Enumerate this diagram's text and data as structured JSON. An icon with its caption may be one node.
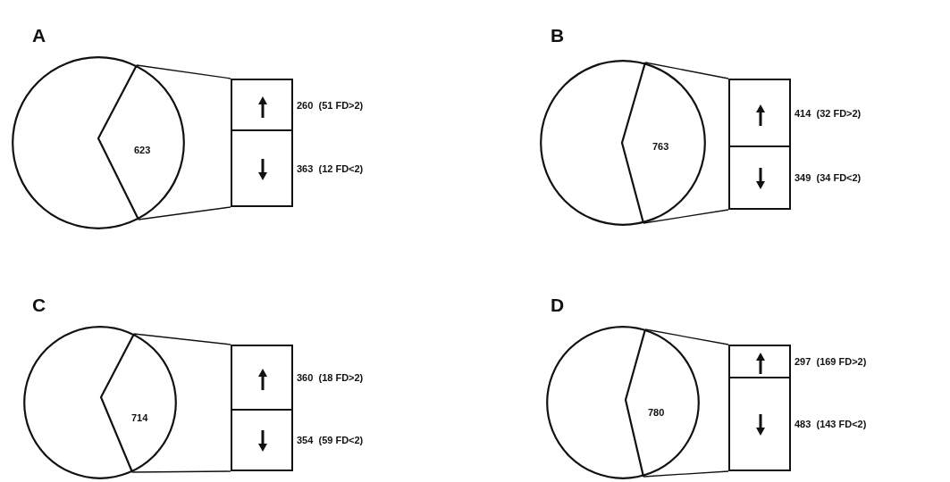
{
  "diagram": {
    "nodes": [
      {
        "text": [],
        "shape": "circle"
      },
      {
        "text": [
          "623"
        ],
        "in": 0
      },
      {
        "text": [],
        "shape": "box",
        "beside": [
          "260  (51 FD>2)"
        ]
      },
      {
        "text": [],
        "shape": "box",
        "beside": [
          "363  (12 FD<2)"
        ]
      },
      {
        "text": [],
        "shape": "circle"
      },
      {
        "text": [
          "763"
        ],
        "in": 4
      },
      {
        "text": [],
        "shape": "box",
        "beside": [
          "414  (32 FD>2)"
        ]
      },
      {
        "text": [],
        "shape": "box",
        "beside": [
          "349  (34 FD<2)"
        ]
      },
      {
        "text": [],
        "shape": "circle"
      },
      {
        "text": [
          "714"
        ],
        "in": 8
      },
      {
        "text": [],
        "shape": "box",
        "beside": [
          "360  (18 FD>2)"
        ]
      },
      {
        "text": [],
        "shape": "box",
        "beside": [
          "354  (59 FD<2)"
        ]
      },
      {
        "text": [],
        "shape": "circle"
      },
      {
        "text": [
          "780"
        ],
        "in": 12
      },
      {
        "text": [],
        "shape": "box",
        "beside": [
          "297  (169 FD>2)"
        ]
      },
      {
        "text": [],
        "shape": "box",
        "beside": [
          "483  (143 FD<2)"
        ]
      }
    ],
    "edges": [
      {
        "from": 1,
        "to": 2,
        "arrow": "none"
      },
      {
        "from": 1,
        "to": 3,
        "arrow": "none"
      },
      {
        "from": 5,
        "to": 6,
        "arrow": "none"
      },
      {
        "from": 5,
        "to": 7,
        "arrow": "none"
      },
      {
        "from": 9,
        "to": 10,
        "arrow": "none"
      },
      {
        "from": 9,
        "to": 11,
        "arrow": "none"
      },
      {
        "from": 13,
        "to": 14,
        "arrow": "none"
      },
      {
        "from": 13,
        "to": 15,
        "arrow": "none"
      }
    ],
    "labels": [
      "A",
      "B",
      "C",
      "D"
    ]
  }
}
